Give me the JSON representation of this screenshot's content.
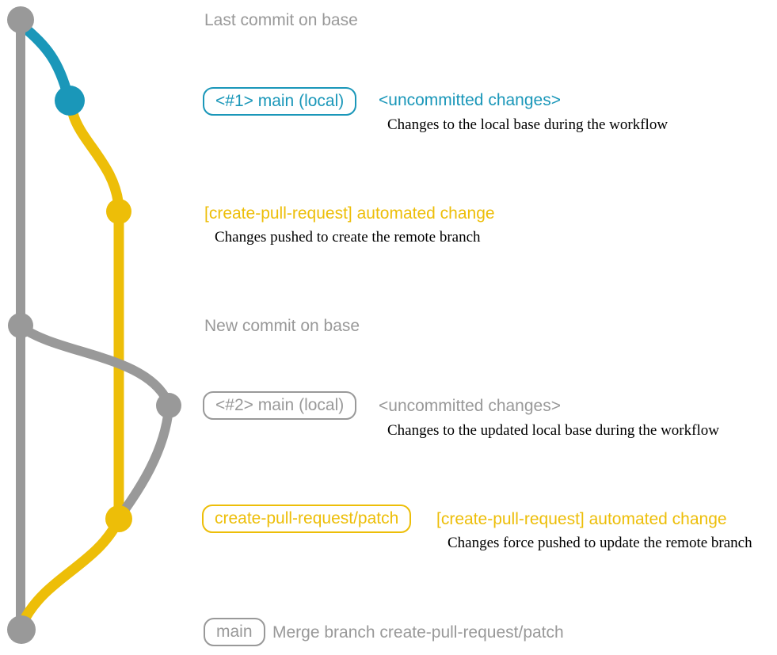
{
  "colors": {
    "gray": "#999999",
    "teal": "#1a97b9",
    "yellow": "#edbe08",
    "description_text": "#000000"
  },
  "rows": {
    "row1": {
      "title": "Last commit on base"
    },
    "row2": {
      "badge": "<#1> main (local)",
      "title": "<uncommitted changes>",
      "desc": "Changes to the local base during the workflow"
    },
    "row3": {
      "title": "[create-pull-request] automated change",
      "desc": "Changes pushed to create the remote branch"
    },
    "row4": {
      "title": "New commit on base"
    },
    "row5": {
      "badge": "<#2> main (local)",
      "title": "<uncommitted changes>",
      "desc": "Changes to the updated local base during the workflow"
    },
    "row6": {
      "badge": "create-pull-request/patch",
      "title": "[create-pull-request] automated change",
      "desc": "Changes force pushed to update the remote branch"
    },
    "row7": {
      "badge": "main",
      "title": "Merge branch create-pull-request/patch"
    }
  }
}
